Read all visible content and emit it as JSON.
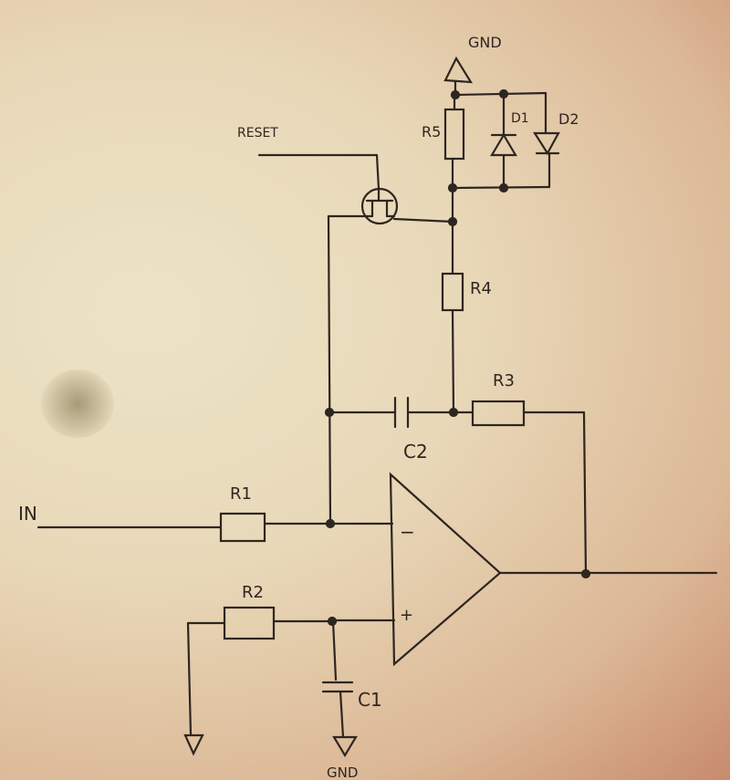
{
  "diagram": {
    "type": "hand-drawn circuit schematic",
    "labels": {
      "in": "IN",
      "r1": "R1",
      "r2": "R2",
      "r3": "R3",
      "r4": "R4",
      "r5": "R5",
      "c1": "C1",
      "c2": "C2",
      "d1": "D1",
      "d2": "D2",
      "reset": "RESET",
      "gnd_top": "GND",
      "gnd_bottom": "GND",
      "opamp_minus": "−",
      "opamp_plus": "+"
    },
    "colors": {
      "ink": "#2e2620",
      "paper": "#e9dcbd"
    }
  }
}
